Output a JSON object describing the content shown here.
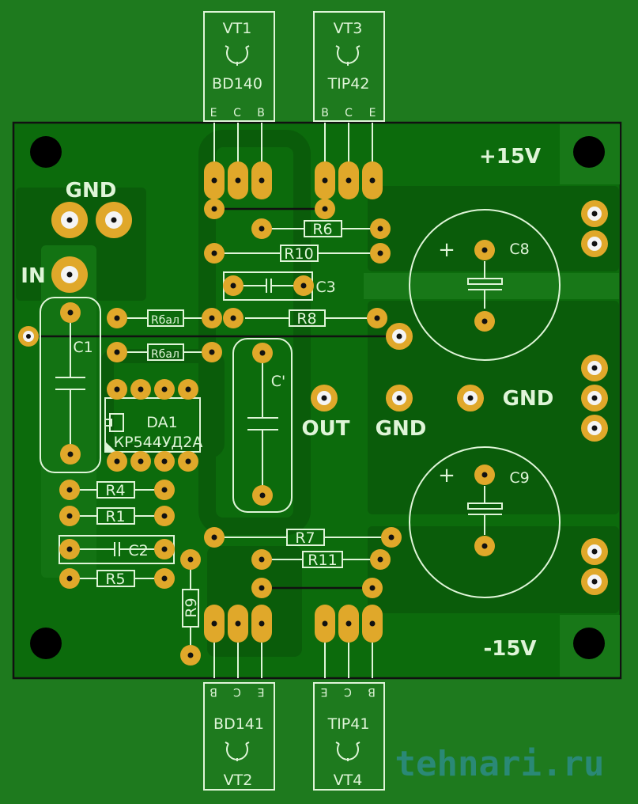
{
  "colors": {
    "background": "#1e7a1e",
    "board": "#0c6b0c",
    "copper_pour": "#0a5c0a",
    "pad": "#e0a82a",
    "silkscreen": "#dff5d8",
    "watermark": "#2d8c86"
  },
  "labels": {
    "gnd_top": "GND",
    "in": "IN",
    "plus15": "+15V",
    "minus15": "-15V",
    "out": "OUT",
    "gnd_mid": "GND",
    "gnd_right": "GND"
  },
  "transistors": {
    "vt1": {
      "ref": "VT1",
      "part": "BD140",
      "pins": [
        "E",
        "C",
        "B"
      ]
    },
    "vt3": {
      "ref": "VT3",
      "part": "TIP42",
      "pins": [
        "B",
        "C",
        "E"
      ]
    },
    "vt2": {
      "ref": "VT2",
      "part": "BD141",
      "pins": [
        "B",
        "C",
        "E"
      ]
    },
    "vt4": {
      "ref": "VT4",
      "part": "TIP41",
      "pins": [
        "E",
        "C",
        "B"
      ]
    }
  },
  "components": {
    "r6": "R6",
    "r10": "R10",
    "c3": "C3",
    "rbal1": "Rбал",
    "r8": "R8",
    "rbal2": "Rбал",
    "c1": "C1",
    "da1_ref": "DA1",
    "da1_part": "КР544УД2А",
    "c_prime": "C'",
    "c8": "C8",
    "c9": "C9",
    "r4": "R4",
    "r1": "R1",
    "c2": "C2",
    "r5": "R5",
    "r9": "R9",
    "r7": "R7",
    "r11": "R11",
    "plus_sign": "+"
  },
  "watermark": "tehnari.ru"
}
